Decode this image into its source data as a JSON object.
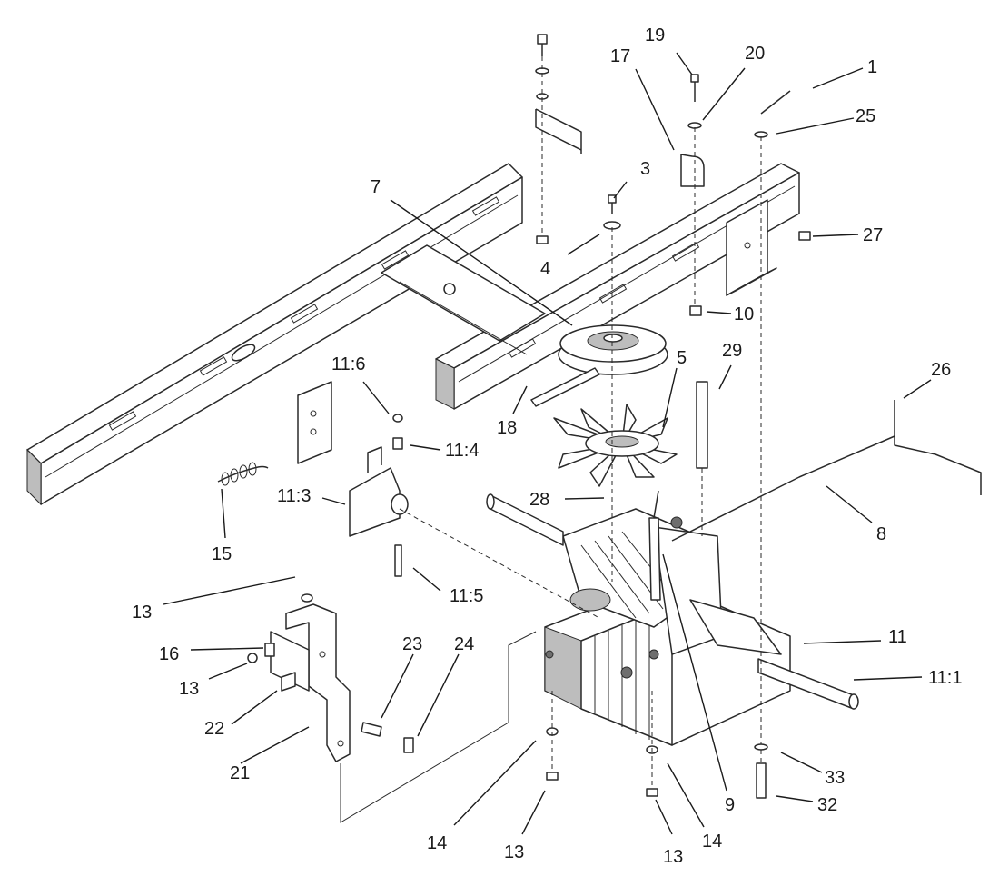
{
  "callouts": [
    {
      "id": "c-1",
      "text": "1"
    },
    {
      "id": "c-3",
      "text": "3"
    },
    {
      "id": "c-4",
      "text": "4"
    },
    {
      "id": "c-5",
      "text": "5"
    },
    {
      "id": "c-7",
      "text": "7"
    },
    {
      "id": "c-8",
      "text": "8"
    },
    {
      "id": "c-9",
      "text": "9"
    },
    {
      "id": "c-10",
      "text": "10"
    },
    {
      "id": "c-11",
      "text": "11"
    },
    {
      "id": "c-11-1",
      "text": "11:1"
    },
    {
      "id": "c-11-3",
      "text": "11:3"
    },
    {
      "id": "c-11-4",
      "text": "11:4"
    },
    {
      "id": "c-11-5",
      "text": "11:5"
    },
    {
      "id": "c-11-6",
      "text": "11:6"
    },
    {
      "id": "c-13a",
      "text": "13"
    },
    {
      "id": "c-13b",
      "text": "13"
    },
    {
      "id": "c-13c",
      "text": "13"
    },
    {
      "id": "c-13d",
      "text": "13"
    },
    {
      "id": "c-14a",
      "text": "14"
    },
    {
      "id": "c-14b",
      "text": "14"
    },
    {
      "id": "c-15",
      "text": "15"
    },
    {
      "id": "c-16",
      "text": "16"
    },
    {
      "id": "c-17",
      "text": "17"
    },
    {
      "id": "c-18",
      "text": "18"
    },
    {
      "id": "c-19",
      "text": "19"
    },
    {
      "id": "c-20",
      "text": "20"
    },
    {
      "id": "c-21",
      "text": "21"
    },
    {
      "id": "c-22",
      "text": "22"
    },
    {
      "id": "c-23",
      "text": "23"
    },
    {
      "id": "c-24",
      "text": "24"
    },
    {
      "id": "c-25",
      "text": "25"
    },
    {
      "id": "c-26",
      "text": "26"
    },
    {
      "id": "c-27",
      "text": "27"
    },
    {
      "id": "c-28",
      "text": "28"
    },
    {
      "id": "c-29",
      "text": "29"
    },
    {
      "id": "c-32",
      "text": "32"
    },
    {
      "id": "c-33",
      "text": "33"
    }
  ],
  "colors": {
    "line": "#2a2a2a",
    "shade": "#bdbdbd",
    "background": "#ffffff"
  }
}
